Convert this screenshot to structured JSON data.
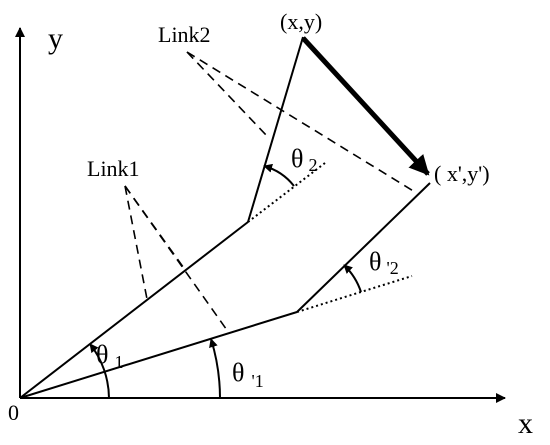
{
  "axes": {
    "origin_label": "0",
    "x_label": "x",
    "y_label": "y"
  },
  "links": {
    "link1_label": "Link1",
    "link2_label": "Link2"
  },
  "points": {
    "start_label": "(x,y)",
    "end_label": "( x',y')"
  },
  "angles": {
    "theta1_symbol": "θ",
    "theta1_sub": "1",
    "theta2_symbol": "θ",
    "theta2_sub": "2",
    "theta1p_symbol": "θ",
    "theta1p_sub": "'1",
    "theta2p_symbol": "θ",
    "theta2p_sub": "'2"
  },
  "colors": {
    "stroke": "#000000",
    "background": "#ffffff"
  }
}
